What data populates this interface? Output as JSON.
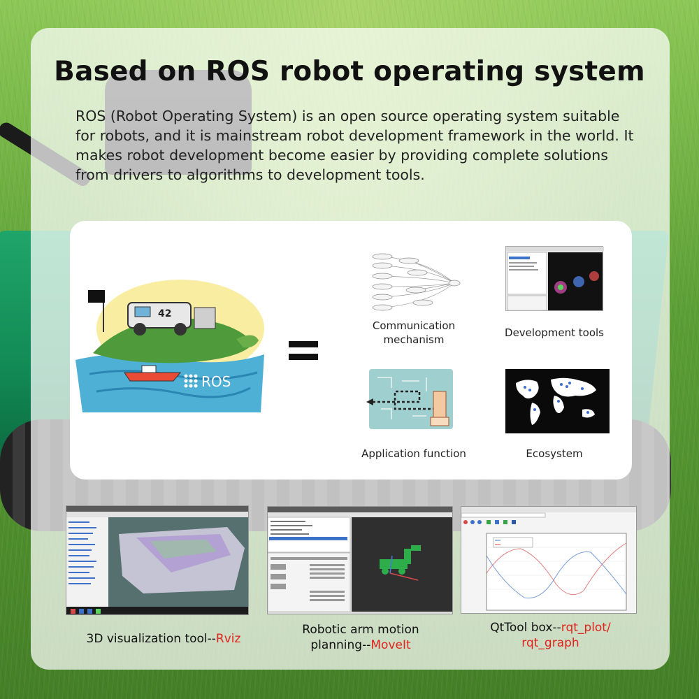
{
  "title": "Based on ROS robot operating system",
  "intro": "ROS (Robot Operating System) is an open source operating system suitable for robots, and it is mainstream robot development framework in the world. It makes robot development become easier by providing complete solutions from drivers to algorithms to development tools.",
  "ros_logo_text": "ROS",
  "features": [
    {
      "label_line1": "Communication",
      "label_line2": "mechanism"
    },
    {
      "label": "Development tools"
    },
    {
      "label": "Application function"
    },
    {
      "label": "Ecosystem"
    }
  ],
  "tools": [
    {
      "prefix": "3D visualization tool--",
      "highlight": "Rviz"
    },
    {
      "prefix_line1": "Robotic arm motion",
      "prefix_line2": "planning--",
      "highlight": "MoveIt"
    },
    {
      "prefix": "QtTool box--",
      "highlight_line1": "rqt_plot/",
      "highlight_line2": "rqt_graph"
    }
  ],
  "colors": {
    "highlight": "#e0231c",
    "robot_green": "#1fa56a"
  }
}
